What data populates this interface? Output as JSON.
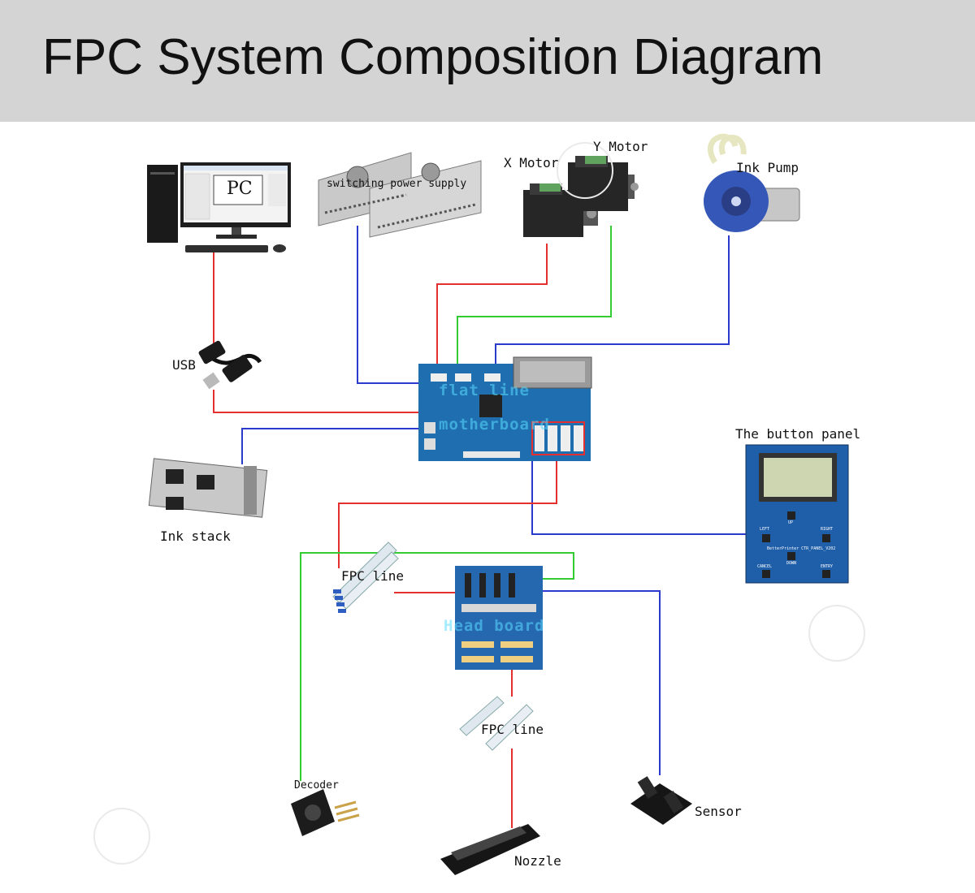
{
  "header": {
    "title": "FPC System Composition Diagram"
  },
  "colors": {
    "header_bg": "#d4d4d4",
    "power_line": "#e53030",
    "signal_line": "#2a3acc",
    "encoder_line": "#33cc33",
    "board_blue": "#1f6fb0"
  },
  "components": {
    "pc": "PC",
    "usb": "USB",
    "power_supply": "switching power supply",
    "x_motor": "X Motor",
    "y_motor": "Y Motor",
    "ink_pump": "Ink Pump",
    "motherboard_line1": "flat line",
    "motherboard_line2": "motherboard",
    "button_panel": "The button panel",
    "ink_stack": "Ink stack",
    "fpc_line_upper": "FPC line",
    "head_board": "Head board",
    "fpc_line_lower": "FPC line",
    "decoder": "Decoder",
    "nozzle": "Nozzle",
    "sensor": "Sensor"
  },
  "icons": {
    "pc": "desktop-computer-icon",
    "usb": "usb-cable-icon",
    "power_supply": "power-supply-icon",
    "motor": "stepper-motor-icon",
    "ink_pump": "peristaltic-pump-icon",
    "motherboard": "circuit-board-icon",
    "button_panel": "lcd-panel-icon",
    "ink_stack": "ink-station-icon",
    "fpc_line": "flat-cable-icon",
    "head_board": "circuit-board-icon",
    "decoder": "encoder-icon",
    "nozzle": "printhead-icon",
    "sensor": "optical-sensor-icon"
  },
  "panel_screen": {
    "buttons": [
      "UP",
      "LEFT",
      "RIGHT",
      "DOWN",
      "CANCEL",
      "ENTRY"
    ],
    "model": "BetterPrinter CTR_PANEL_V202"
  }
}
